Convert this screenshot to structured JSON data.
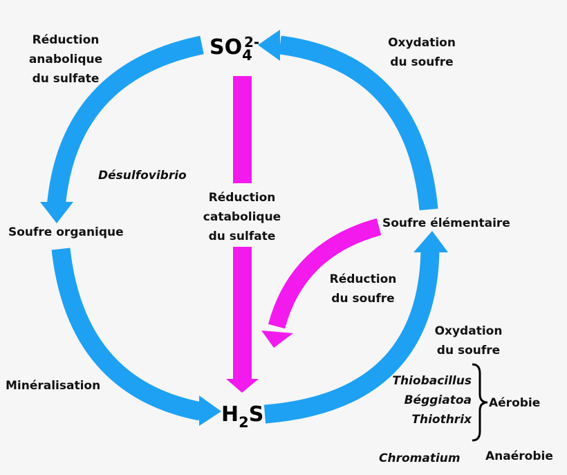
{
  "colors": {
    "blue": "#1ea1f2",
    "magenta": "#f21aec",
    "background": "#f6f6f7",
    "text": "#111111"
  },
  "sulfate": {
    "base": "SO",
    "subscript": "4",
    "superscript": "2-"
  },
  "h2s": {
    "h": "H",
    "subscript": "2",
    "s": "S"
  },
  "labels": {
    "reduction_anabolique": [
      "Réduction",
      "anabolique",
      "du sulfate"
    ],
    "oxydation_top": [
      "Oxydation",
      "du soufre"
    ],
    "desulfovibrio": "Désulfovibrio",
    "reduction_catabolique": [
      "Réduction",
      "catabolique",
      "du sulfate"
    ],
    "soufre_organique": "Soufre organique",
    "soufre_elementaire": "Soufre élémentaire",
    "reduction_soufre": [
      "Réduction",
      "du soufre"
    ],
    "oxydation_bottom": [
      "Oxydation",
      "du soufre"
    ],
    "mineralisation": "Minéralisation",
    "aerobic_bacteria": [
      "Thiobacillus",
      "Béggiatoa",
      "Thiothrix"
    ],
    "aerobie": "Aérobie",
    "chromatium": "Chromatium",
    "anaerobie": "Anaérobie"
  }
}
